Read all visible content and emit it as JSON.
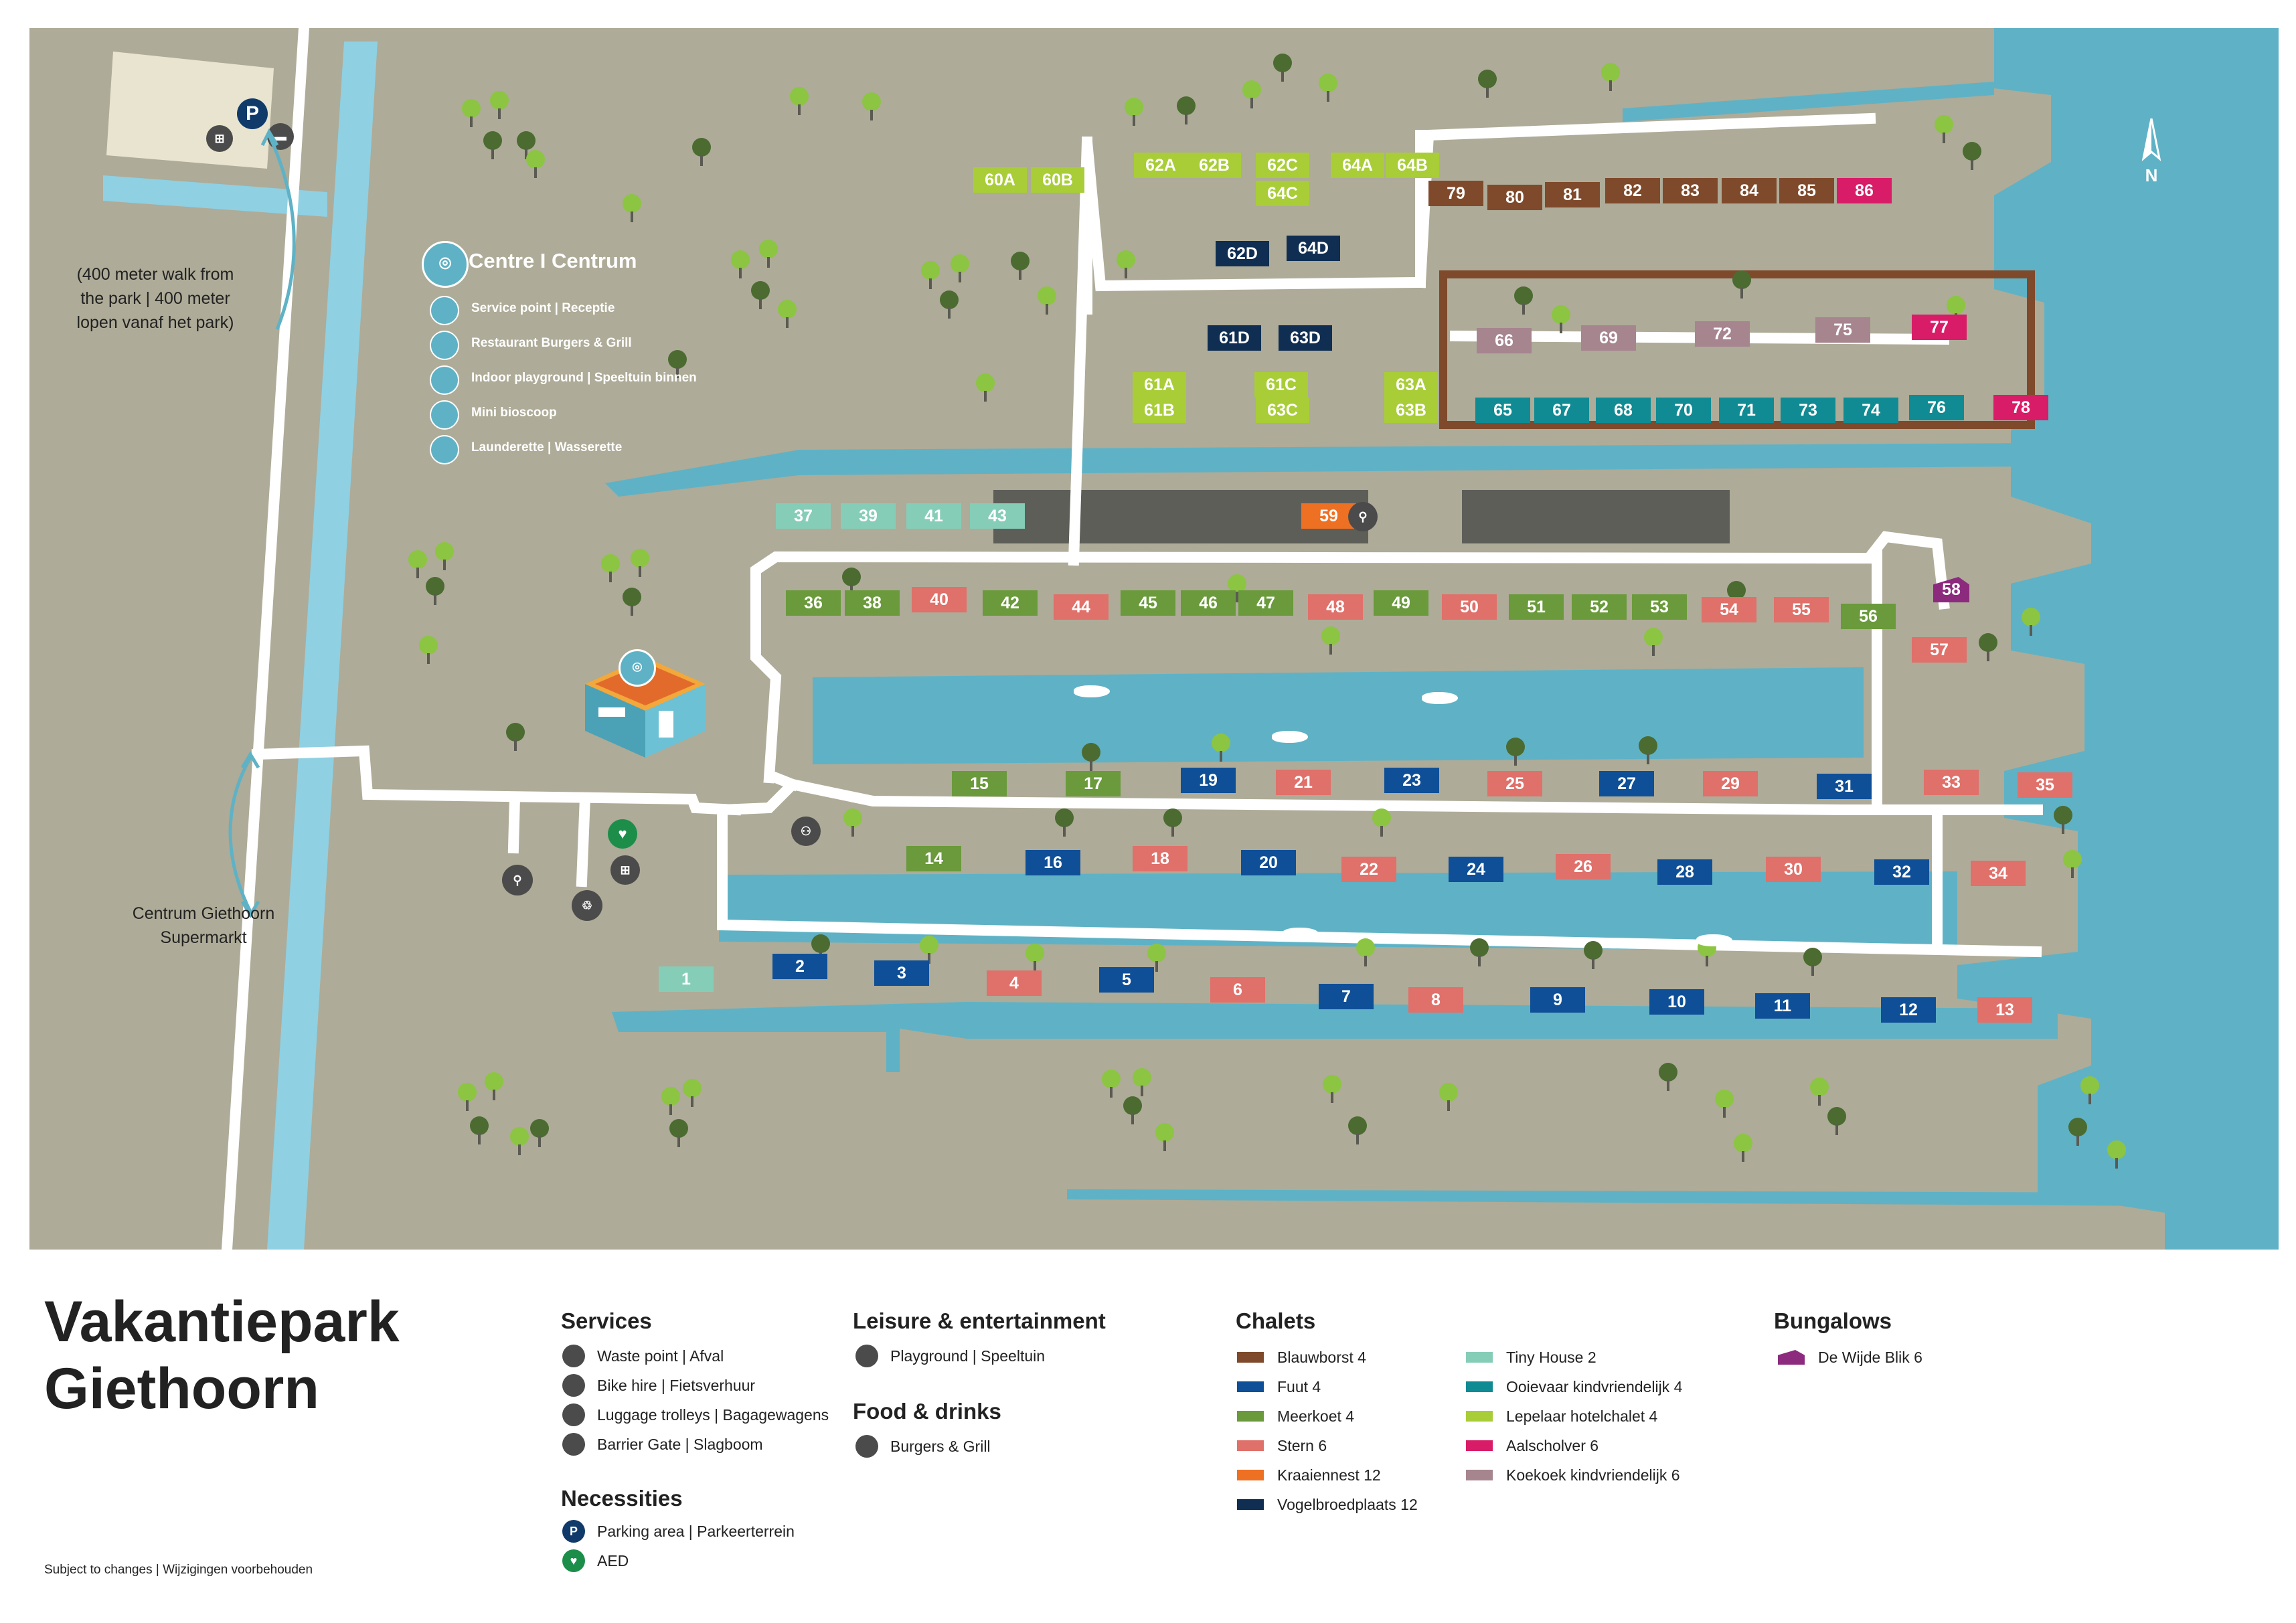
{
  "title": "Vakantiepark Giethoorn",
  "title_line1": "Vakantiepark",
  "title_line2": "Giethoorn",
  "footnote": "Subject to changes | Wijzigingen voorbehouden",
  "north": "N",
  "walk_note": [
    "(400 meter walk from",
    "the park | 400 meter",
    "lopen vanaf het park)"
  ],
  "village_note": [
    "Centrum Giethoorn",
    "Supermarkt"
  ],
  "centre": {
    "title": "Centre I Centrum",
    "items": [
      "Service point | Receptie",
      "Restaurant Burgers & Grill",
      "Indoor playground | Speeltuin binnen",
      "Mini bioscoop",
      "Launderette | Wasserette"
    ]
  },
  "colors": {
    "land": "#aeab98",
    "water": "#5fb2c5",
    "canal": "#8fd0e2",
    "road": "#ffffff",
    "blauwborst": "#7f4a2b",
    "fuut": "#0f4f97",
    "meerkoet": "#6a9a3b",
    "stern": "#e0706a",
    "kraaiennest": "#ee7023",
    "vogelbroedplaats": "#0f2e52",
    "tinyhouse": "#86cdb8",
    "ooievaar": "#108b93",
    "lepelaar": "#a8cd37",
    "aalscholver": "#d91c67",
    "koekoek": "#a6858f",
    "bungalow": "#8c2a7e",
    "tree_light": "#8cc541",
    "tree_dark": "#4b6b31",
    "icon_dark": "#4b4b4b",
    "parking": "#103a6a",
    "aed": "#1c8e4a"
  },
  "units": [
    {
      "label": "1",
      "type": "tinyhouse"
    },
    {
      "label": "2",
      "type": "fuut"
    },
    {
      "label": "3",
      "type": "fuut"
    },
    {
      "label": "4",
      "type": "stern"
    },
    {
      "label": "5",
      "type": "fuut"
    },
    {
      "label": "6",
      "type": "stern"
    },
    {
      "label": "7",
      "type": "fuut"
    },
    {
      "label": "8",
      "type": "stern"
    },
    {
      "label": "9",
      "type": "fuut"
    },
    {
      "label": "10",
      "type": "fuut"
    },
    {
      "label": "11",
      "type": "fuut"
    },
    {
      "label": "12",
      "type": "fuut"
    },
    {
      "label": "13",
      "type": "stern"
    },
    {
      "label": "14",
      "type": "meerkoet"
    },
    {
      "label": "15",
      "type": "meerkoet"
    },
    {
      "label": "16",
      "type": "fuut"
    },
    {
      "label": "17",
      "type": "meerkoet"
    },
    {
      "label": "18",
      "type": "stern"
    },
    {
      "label": "19",
      "type": "fuut"
    },
    {
      "label": "20",
      "type": "fuut"
    },
    {
      "label": "21",
      "type": "stern"
    },
    {
      "label": "22",
      "type": "stern"
    },
    {
      "label": "23",
      "type": "fuut"
    },
    {
      "label": "24",
      "type": "fuut"
    },
    {
      "label": "25",
      "type": "stern"
    },
    {
      "label": "26",
      "type": "stern"
    },
    {
      "label": "27",
      "type": "fuut"
    },
    {
      "label": "28",
      "type": "fuut"
    },
    {
      "label": "29",
      "type": "stern"
    },
    {
      "label": "30",
      "type": "stern"
    },
    {
      "label": "31",
      "type": "fuut"
    },
    {
      "label": "32",
      "type": "fuut"
    },
    {
      "label": "33",
      "type": "stern"
    },
    {
      "label": "34",
      "type": "stern"
    },
    {
      "label": "35",
      "type": "stern"
    },
    {
      "label": "36",
      "type": "meerkoet"
    },
    {
      "label": "37",
      "type": "tinyhouse"
    },
    {
      "label": "38",
      "type": "meerkoet"
    },
    {
      "label": "39",
      "type": "tinyhouse"
    },
    {
      "label": "40",
      "type": "stern"
    },
    {
      "label": "41",
      "type": "tinyhouse"
    },
    {
      "label": "42",
      "type": "meerkoet"
    },
    {
      "label": "43",
      "type": "tinyhouse"
    },
    {
      "label": "44",
      "type": "stern"
    },
    {
      "label": "45",
      "type": "meerkoet"
    },
    {
      "label": "46",
      "type": "meerkoet"
    },
    {
      "label": "47",
      "type": "meerkoet"
    },
    {
      "label": "48",
      "type": "stern"
    },
    {
      "label": "49",
      "type": "meerkoet"
    },
    {
      "label": "50",
      "type": "stern"
    },
    {
      "label": "51",
      "type": "meerkoet"
    },
    {
      "label": "52",
      "type": "meerkoet"
    },
    {
      "label": "53",
      "type": "meerkoet"
    },
    {
      "label": "54",
      "type": "stern"
    },
    {
      "label": "55",
      "type": "stern"
    },
    {
      "label": "56",
      "type": "meerkoet"
    },
    {
      "label": "57",
      "type": "stern"
    },
    {
      "label": "58",
      "type": "bungalow"
    },
    {
      "label": "59",
      "type": "kraaiennest"
    },
    {
      "label": "60A",
      "type": "lepelaar"
    },
    {
      "label": "60B",
      "type": "lepelaar"
    },
    {
      "label": "61A",
      "type": "lepelaar"
    },
    {
      "label": "61B",
      "type": "lepelaar"
    },
    {
      "label": "61C",
      "type": "lepelaar"
    },
    {
      "label": "61D",
      "type": "vogelbroedplaats"
    },
    {
      "label": "62A",
      "type": "lepelaar"
    },
    {
      "label": "62B",
      "type": "lepelaar"
    },
    {
      "label": "62C",
      "type": "lepelaar"
    },
    {
      "label": "62D",
      "type": "vogelbroedplaats"
    },
    {
      "label": "63A",
      "type": "lepelaar"
    },
    {
      "label": "63B",
      "type": "lepelaar"
    },
    {
      "label": "63C",
      "type": "lepelaar"
    },
    {
      "label": "63D",
      "type": "vogelbroedplaats"
    },
    {
      "label": "64A",
      "type": "lepelaar"
    },
    {
      "label": "64B",
      "type": "lepelaar"
    },
    {
      "label": "64C",
      "type": "lepelaar"
    },
    {
      "label": "64D",
      "type": "vogelbroedplaats"
    },
    {
      "label": "65",
      "type": "ooievaar"
    },
    {
      "label": "66",
      "type": "koekoek"
    },
    {
      "label": "67",
      "type": "ooievaar"
    },
    {
      "label": "68",
      "type": "ooievaar"
    },
    {
      "label": "69",
      "type": "koekoek"
    },
    {
      "label": "70",
      "type": "ooievaar"
    },
    {
      "label": "71",
      "type": "ooievaar"
    },
    {
      "label": "72",
      "type": "koekoek"
    },
    {
      "label": "73",
      "type": "ooievaar"
    },
    {
      "label": "74",
      "type": "ooievaar"
    },
    {
      "label": "75",
      "type": "koekoek"
    },
    {
      "label": "76",
      "type": "ooievaar"
    },
    {
      "label": "77",
      "type": "aalscholver"
    },
    {
      "label": "78",
      "type": "aalscholver"
    },
    {
      "label": "79",
      "type": "blauwborst"
    },
    {
      "label": "80",
      "type": "blauwborst"
    },
    {
      "label": "81",
      "type": "blauwborst"
    },
    {
      "label": "82",
      "type": "blauwborst"
    },
    {
      "label": "83",
      "type": "blauwborst"
    },
    {
      "label": "84",
      "type": "blauwborst"
    },
    {
      "label": "85",
      "type": "blauwborst"
    },
    {
      "label": "86",
      "type": "aalscholver"
    }
  ],
  "legend": {
    "services": {
      "title": "Services",
      "items": [
        {
          "label": "Waste point | Afval",
          "icon": "waste-icon"
        },
        {
          "label": "Bike hire | Fietsverhuur",
          "icon": "bike-icon"
        },
        {
          "label": "Luggage trolleys | Bagagewagens",
          "icon": "trolley-icon"
        },
        {
          "label": "Barrier Gate | Slagboom",
          "icon": "barrier-icon"
        }
      ]
    },
    "necessities": {
      "title": "Necessities",
      "items": [
        {
          "label": "Parking area | Parkeerterrein",
          "icon": "parking-icon",
          "glyph": "P"
        },
        {
          "label": "AED",
          "icon": "aed-icon",
          "glyph": "♥"
        }
      ]
    },
    "leisure": {
      "title": "Leisure & entertainment",
      "items": [
        {
          "label": "Playground | Speeltuin",
          "icon": "playground-icon"
        }
      ]
    },
    "food": {
      "title": "Food & drinks",
      "items": [
        {
          "label": "Burgers & Grill",
          "icon": "burger-icon"
        }
      ]
    },
    "chalets": {
      "title": "Chalets",
      "col1": [
        {
          "label": "Blauwborst 4",
          "type": "blauwborst"
        },
        {
          "label": "Fuut 4",
          "type": "fuut"
        },
        {
          "label": "Meerkoet 4",
          "type": "meerkoet"
        },
        {
          "label": "Stern 6",
          "type": "stern"
        },
        {
          "label": "Kraaiennest 12",
          "type": "kraaiennest"
        },
        {
          "label": "Vogelbroedplaats 12",
          "type": "vogelbroedplaats"
        }
      ],
      "col2": [
        {
          "label": "Tiny House 2",
          "type": "tinyhouse"
        },
        {
          "label": "Ooievaar kindvriendelijk 4",
          "type": "ooievaar"
        },
        {
          "label": "Lepelaar hotelchalet 4",
          "type": "lepelaar"
        },
        {
          "label": "Aalscholver 6",
          "type": "aalscholver"
        },
        {
          "label": "Koekoek kindvriendelijk 6",
          "type": "koekoek"
        }
      ]
    },
    "bungalows": {
      "title": "Bungalows",
      "items": [
        {
          "label": "De Wijde Blik 6",
          "type": "bungalow"
        }
      ]
    }
  }
}
